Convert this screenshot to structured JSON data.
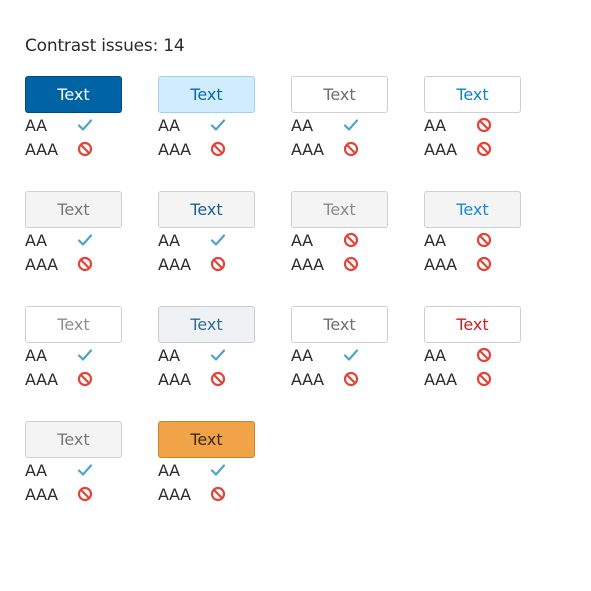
{
  "heading": "Contrast issues: 14",
  "levels": {
    "aa": "AA",
    "aaa": "AAA"
  },
  "icons": {
    "pass": "checkmark-icon",
    "fail": "prohibited-icon"
  },
  "swatches": [
    {
      "label": "Text",
      "bg": "#0063A3",
      "fg": "#FFFFFF",
      "border": "#004A7C",
      "aa": "pass",
      "aaa": "fail"
    },
    {
      "label": "Text",
      "bg": "#D0ECFD",
      "fg": "#0A6BA8",
      "border": "#9FD0EE",
      "aa": "pass",
      "aaa": "fail"
    },
    {
      "label": "Text",
      "bg": "#FFFFFF",
      "fg": "#6E6E6E",
      "border": "#CFCFCF",
      "aa": "pass",
      "aaa": "fail"
    },
    {
      "label": "Text",
      "bg": "#FFFFFF",
      "fg": "#0A84C6",
      "border": "#CFCFCF",
      "aa": "fail",
      "aaa": "fail"
    },
    {
      "label": "Text",
      "bg": "#F4F4F4",
      "fg": "#777777",
      "border": "#CFCFCF",
      "aa": "pass",
      "aaa": "fail"
    },
    {
      "label": "Text",
      "bg": "#F4F4F4",
      "fg": "#1B5F8E",
      "border": "#CFCFCF",
      "aa": "pass",
      "aaa": "fail"
    },
    {
      "label": "Text",
      "bg": "#F4F4F4",
      "fg": "#8A8A8A",
      "border": "#CFCFCF",
      "aa": "fail",
      "aaa": "fail"
    },
    {
      "label": "Text",
      "bg": "#F4F4F4",
      "fg": "#1A8BC9",
      "border": "#CFCFCF",
      "aa": "fail",
      "aaa": "fail"
    },
    {
      "label": "Text",
      "bg": "#FFFFFF",
      "fg": "#8D8D8D",
      "border": "#CFCFCF",
      "aa": "pass",
      "aaa": "fail"
    },
    {
      "label": "Text",
      "bg": "#EEF2F5",
      "fg": "#2F6A94",
      "border": "#C6CCD2",
      "aa": "pass",
      "aaa": "fail"
    },
    {
      "label": "Text",
      "bg": "#FFFFFF",
      "fg": "#707070",
      "border": "#CFCFCF",
      "aa": "pass",
      "aaa": "fail"
    },
    {
      "label": "Text",
      "bg": "#FFFFFF",
      "fg": "#CC1E1E",
      "border": "#CFCFCF",
      "aa": "fail",
      "aaa": "fail"
    },
    {
      "label": "Text",
      "bg": "#F4F4F4",
      "fg": "#787878",
      "border": "#CFCFCF",
      "aa": "pass",
      "aaa": "fail"
    },
    {
      "label": "Text",
      "bg": "#F0A347",
      "fg": "#3A2A14",
      "border": "#CD8226",
      "aa": "pass",
      "aaa": "fail"
    }
  ]
}
